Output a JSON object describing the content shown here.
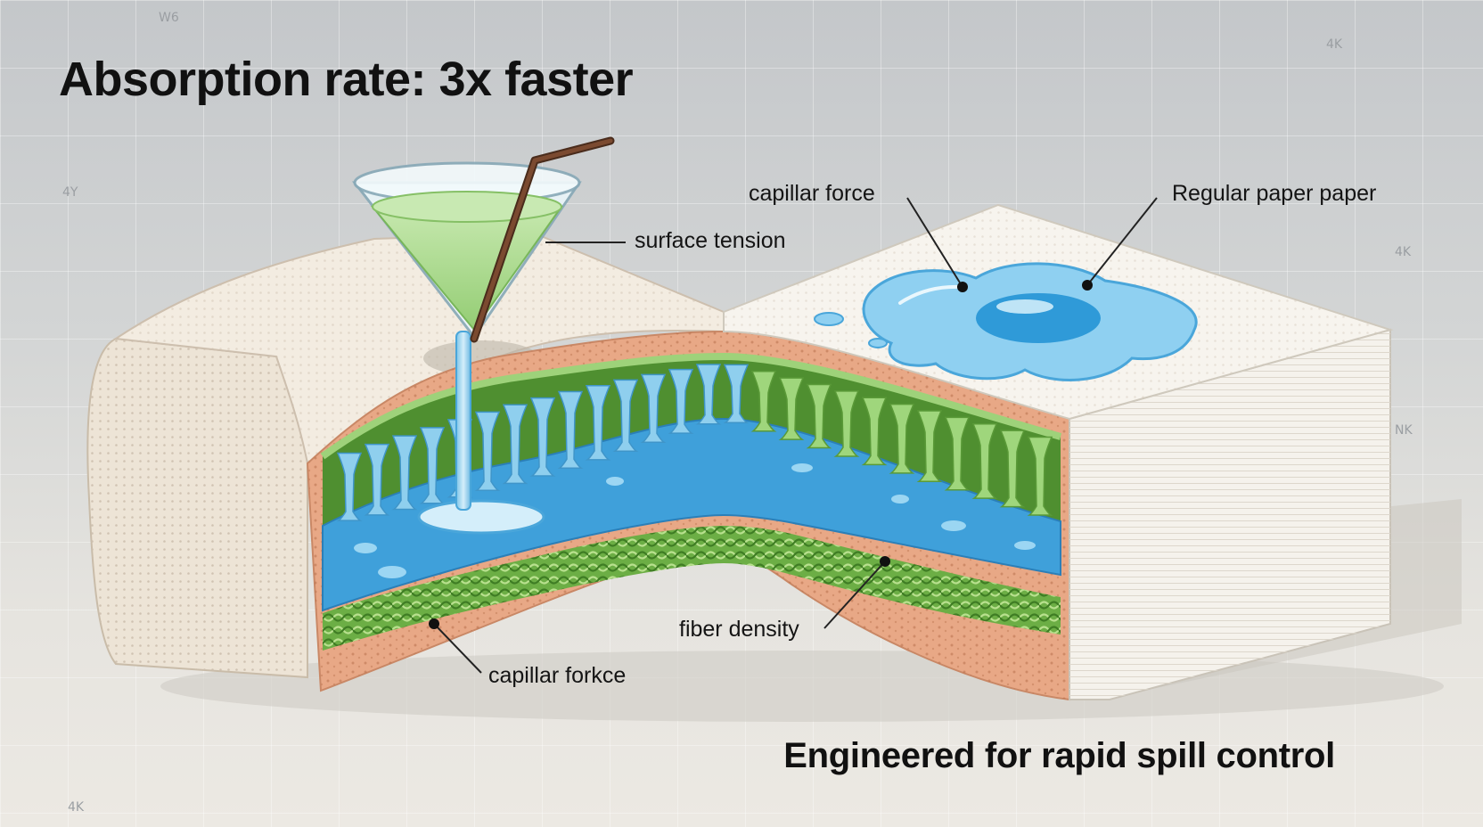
{
  "headline": "Absorption rate: 3x faster",
  "tagline": "Engineered for rapid spill control",
  "labels": {
    "surface_tension": "surface tension",
    "capillar_force_top": "capillar force",
    "regular_paper": "Regular paper paper",
    "fiber_density": "fiber density",
    "capillar_force_bottom": "capillar forkce"
  },
  "corner_marks": {
    "top_left": "W6",
    "top_right": "4K",
    "left_mid": "4Y",
    "right_upper": "4K",
    "right_mid": "NK",
    "bottom_left": "4K"
  },
  "colors": {
    "liquid_green": "#a8d98a",
    "water_blue": "#3fa6de",
    "fiber_green": "#5e9e3a",
    "paper_core": "#e7a27d",
    "towel_cream": "#f1e9dc",
    "stack_white": "#f4f1ea"
  },
  "icons": [
    "martini-glass-icon",
    "straw-icon",
    "water-puddle-icon"
  ]
}
